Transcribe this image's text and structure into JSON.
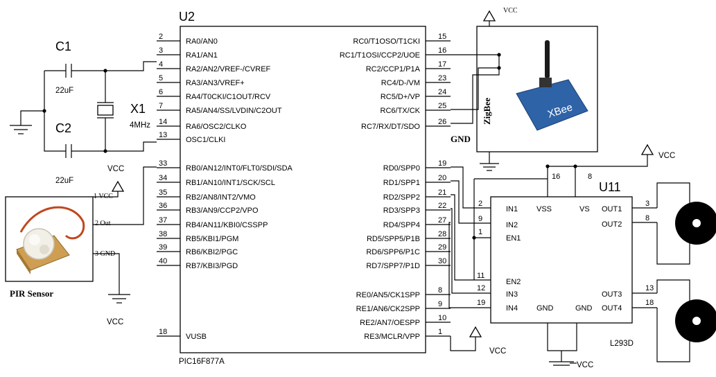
{
  "mcu": {
    "ref": "U2",
    "part": "PIC16F877A",
    "left_pins": [
      {
        "num": "2",
        "name": "RA0/AN0"
      },
      {
        "num": "3",
        "name": "RA1/AN1"
      },
      {
        "num": "4",
        "name": "RA2/AN2/VREF-/CVREF"
      },
      {
        "num": "5",
        "name": "RA3/AN3/VREF+"
      },
      {
        "num": "6",
        "name": "RA4/T0CKI/C1OUT/RCV"
      },
      {
        "num": "7",
        "name": "RA5/AN4/SS/LVDIN/C2OUT"
      },
      {
        "num": "14",
        "name": "RA6/OSC2/CLKO"
      },
      {
        "num": "13",
        "name": "OSC1/CLKI"
      },
      {
        "num": "33",
        "name": "RB0/AN12/INT0/FLT0/SDI/SDA"
      },
      {
        "num": "34",
        "name": "RB1/AN10/INT1/SCK/SCL"
      },
      {
        "num": "35",
        "name": "RB2/AN8/INT2/VMO"
      },
      {
        "num": "36",
        "name": "RB3/AN9/CCP2/VPO"
      },
      {
        "num": "37",
        "name": "RB4/AN11/KBI0/CSSPP"
      },
      {
        "num": "38",
        "name": "RB5/KBI1/PGM"
      },
      {
        "num": "39",
        "name": "RB6/KBI2/PGC"
      },
      {
        "num": "40",
        "name": "RB7/KBI3/PGD"
      },
      {
        "num": "18",
        "name": "VUSB"
      }
    ],
    "right_pins": [
      {
        "num": "15",
        "name": "RC0/T1OSO/T1CKI"
      },
      {
        "num": "16",
        "name": "RC1/T1OSI/CCP2/UOE"
      },
      {
        "num": "17",
        "name": "RC2/CCP1/P1A"
      },
      {
        "num": "23",
        "name": "RC4/D-/VM"
      },
      {
        "num": "24",
        "name": "RC5/D+/VP"
      },
      {
        "num": "25",
        "name": "RC6/TX/CK"
      },
      {
        "num": "26",
        "name": "RC7/RX/DT/SDO"
      },
      {
        "num": "19",
        "name": "RD0/SPP0"
      },
      {
        "num": "20",
        "name": "RD1/SPP1"
      },
      {
        "num": "21",
        "name": "RD2/SPP2"
      },
      {
        "num": "22",
        "name": "RD3/SPP3"
      },
      {
        "num": "27",
        "name": "RD4/SPP4"
      },
      {
        "num": "28",
        "name": "RD5/SPP5/P1B"
      },
      {
        "num": "29",
        "name": "RD6/SPP6/P1C"
      },
      {
        "num": "30",
        "name": "RD7/SPP7/P1D"
      },
      {
        "num": "8",
        "name": "RE0/AN5/CK1SPP"
      },
      {
        "num": "9",
        "name": "RE1/AN6/CK2SPP"
      },
      {
        "num": "10",
        "name": "RE2/AN7/OESPP"
      },
      {
        "num": "1",
        "name": "RE3/MCLR/VPP"
      }
    ]
  },
  "driver": {
    "ref": "U11",
    "part": "L293D",
    "labels": {
      "in1": "IN1",
      "in2": "IN2",
      "en1": "EN1",
      "en2": "EN2",
      "in3": "IN3",
      "in4": "IN4",
      "vss": "VSS",
      "vs": "VS",
      "gnd_left": "GND",
      "gnd_right": "GND",
      "out1": "OUT1",
      "out2": "OUT2",
      "out3": "OUT3",
      "out4": "OUT4"
    },
    "pins": {
      "in1": "2",
      "in2": "9",
      "en1": "1",
      "en2": "11",
      "in3": "12",
      "in4": "19",
      "vss": "16",
      "vs": "8",
      "out1": "3",
      "out2": "8",
      "out3": "13",
      "out4": "18"
    }
  },
  "oscillator": {
    "c1": "C1",
    "c1_value": "22uF",
    "c2": "C2",
    "c2_value": "22uF",
    "x1": "X1",
    "x1_freq": "4MHz"
  },
  "pir": {
    "title": "PIR Sensor",
    "pin1": "1 VCC",
    "pin2": "2 Out",
    "pin3": "3 GND"
  },
  "xbee": {
    "side_label": "ZigBee",
    "module_text": "XBee",
    "gnd": "GND"
  },
  "power": {
    "vcc": "VCC",
    "vcc_small": "VCC"
  }
}
